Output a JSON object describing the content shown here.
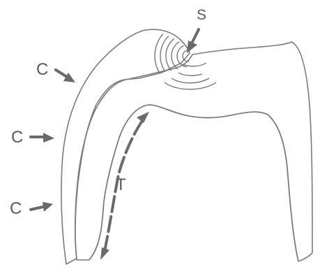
{
  "labels": {
    "s": "S",
    "t": "T",
    "c_top": "C",
    "c_middle": "C",
    "c_bottom": "C"
  },
  "colors": {
    "stroke": "#7a7a7a",
    "stipple_dot": "#9a9a9a",
    "label": "#5a5a5a",
    "arrow": "#6a6a6a"
  }
}
